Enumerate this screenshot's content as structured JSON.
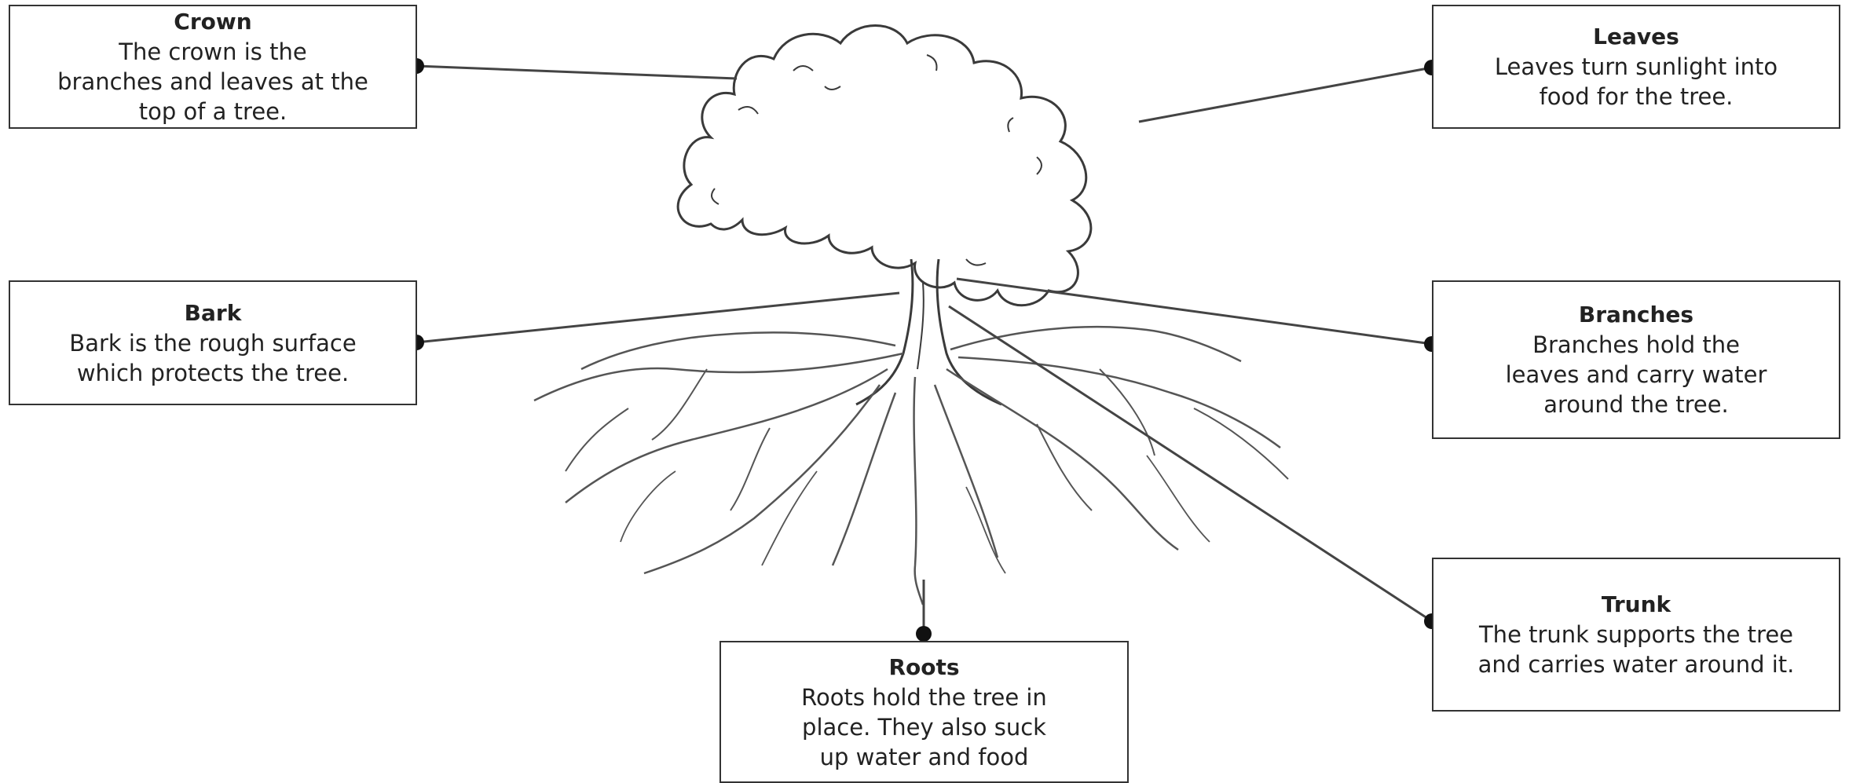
{
  "labels": {
    "crown": {
      "title": "Crown",
      "lines": [
        "The crown is the",
        "branches and leaves at the",
        "top of a tree."
      ]
    },
    "leaves": {
      "title": "Leaves",
      "lines": [
        "Leaves turn sunlight into",
        "food for the tree."
      ]
    },
    "bark": {
      "title": "Bark",
      "lines": [
        "Bark is the rough surface",
        "which protects the tree."
      ]
    },
    "branches": {
      "title": "Branches",
      "lines": [
        "Branches hold the",
        "leaves and carry water",
        "around the tree."
      ]
    },
    "trunk": {
      "title": "Trunk",
      "lines": [
        "The trunk supports the tree",
        "and carries water around it."
      ]
    },
    "roots": {
      "title": "Roots",
      "lines": [
        "Roots hold the tree in",
        "place. They also suck",
        "up water and food"
      ]
    }
  },
  "colors": {
    "line": "#444444",
    "tree_stroke": "#3a3a3a",
    "root_stroke": "#555555"
  },
  "icons": {
    "connector_dot": "black-dot-icon",
    "tree": "tree-illustration"
  }
}
